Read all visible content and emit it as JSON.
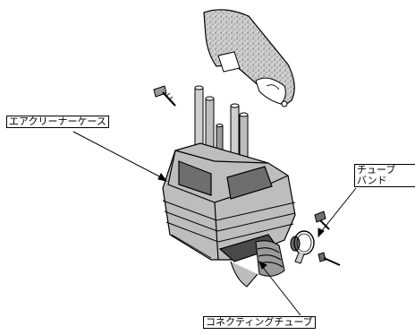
{
  "labels": {
    "air_cleaner_case": "エアクリーナーケース",
    "tube_band_line1": "チューブ",
    "tube_band_line2": "バンド",
    "connecting_tube": "コネクティングチューブ"
  },
  "colors": {
    "ink": "#000000",
    "paper": "#ffffff",
    "element_fill": "#cfcfcf",
    "element_speckle": "#5a5a5a",
    "case_fill": "#bdbdbd",
    "case_dark": "#6e6e6e",
    "case_shadow": "#4a4a4a"
  }
}
